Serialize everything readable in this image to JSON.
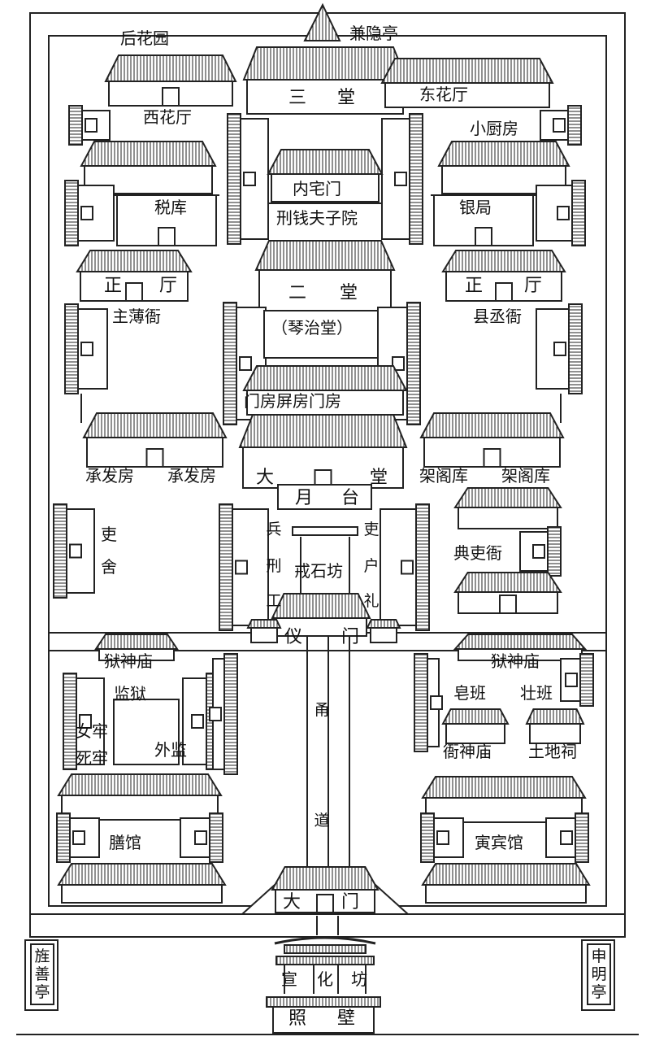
{
  "labels": {
    "houhuayuan": "后花园",
    "jianyinting": "兼隐亭",
    "xihuating": "西花厅",
    "santang": [
      "三",
      "堂"
    ],
    "donghuating": "东花厅",
    "xiaochufang": "小厨房",
    "neizhaimen": "内宅门",
    "shuiku": "税库",
    "xingqianfuziyuan": "刑钱夫子院",
    "yinju": "银局",
    "zhengting_left": [
      "正",
      "厅"
    ],
    "zhengting_right": [
      "正",
      "厅"
    ],
    "zhubuya": "主薄衙",
    "ertang": [
      "二",
      "堂"
    ],
    "xianchengya": "县丞衙",
    "qinzhitang": "（琴治堂）",
    "menfangpingfang": "门房屏房门房",
    "chengfafang_1": "承发房",
    "chengfafang_2": "承发房",
    "datang": [
      "大",
      "堂"
    ],
    "jiageku_1": "架阁库",
    "jiageku_2": "架阁库",
    "yuetai": [
      "月",
      "台"
    ],
    "lishe": [
      "吏",
      "舍"
    ],
    "bing_xing_gong": [
      "兵",
      "刑",
      "工"
    ],
    "li_hu_li": [
      "吏",
      "户",
      "礼"
    ],
    "jieshifang": "戒石坊",
    "dianliya": "典吏衙",
    "yimen": [
      "仪",
      "门"
    ],
    "yushenmiao_left": "狱神庙",
    "yushenmiao_right": "狱神庙",
    "jianyu": "监狱",
    "nvlao": "女牢",
    "silao": "死牢",
    "waijian": "外监",
    "yongdao": [
      "甬",
      "道"
    ],
    "zaoban": "皂班",
    "zhuangban": "壮班",
    "yashenmiao": "衙神庙",
    "tudici": "土地祠",
    "shanguan": "膳馆",
    "yinbinguan": "寅宾馆",
    "damen": [
      "大",
      "门"
    ],
    "jingshanting": "旌善亭",
    "shenmingting": "申明亭",
    "xuanhuafang": [
      "宣",
      "化",
      "坊"
    ],
    "zhaobi": [
      "照",
      "壁"
    ]
  }
}
